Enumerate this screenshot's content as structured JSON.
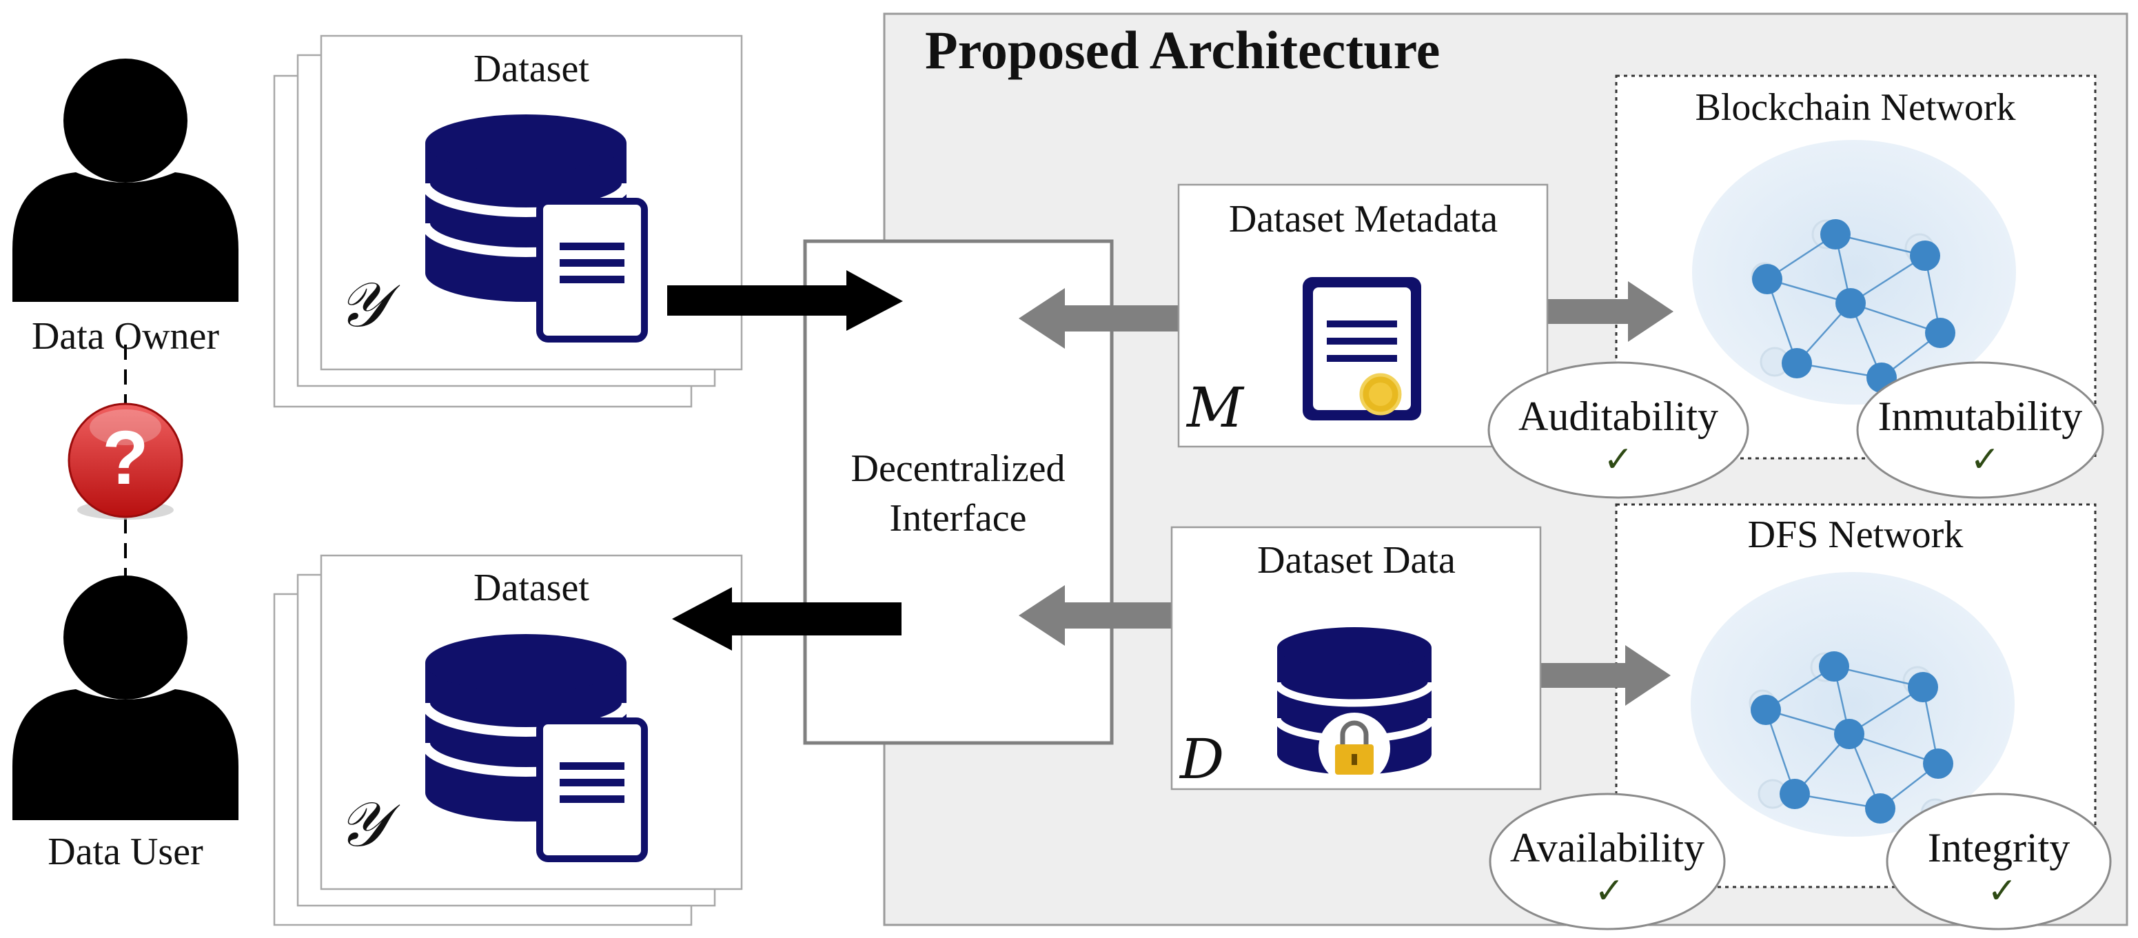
{
  "title": "Proposed Architecture",
  "actors": {
    "owner": "Data Owner",
    "user": "Data User"
  },
  "datasets": {
    "top": {
      "label": "Dataset",
      "symbol": "𝒴"
    },
    "bottom": {
      "label": "Dataset",
      "symbol": "𝒴"
    }
  },
  "interface": {
    "line1": "Decentralized",
    "line2": "Interface"
  },
  "metadata": {
    "label": "Dataset Metadata",
    "symbol": "M"
  },
  "data": {
    "label": "Dataset Data",
    "symbol": "D"
  },
  "networks": {
    "blockchain": "Blockchain Network",
    "dfs": "DFS Network"
  },
  "properties": {
    "auditability": "Auditability",
    "inmutability": "Inmutability",
    "availability": "Availability",
    "integrity": "Integrity",
    "check": "✓"
  },
  "question_mark": "?",
  "colors": {
    "navy": "#10106a",
    "arrow_gray": "#808080",
    "panel_gray": "#eeeeee",
    "question_red": "#d42020",
    "network_blue": "#3d86c6"
  }
}
